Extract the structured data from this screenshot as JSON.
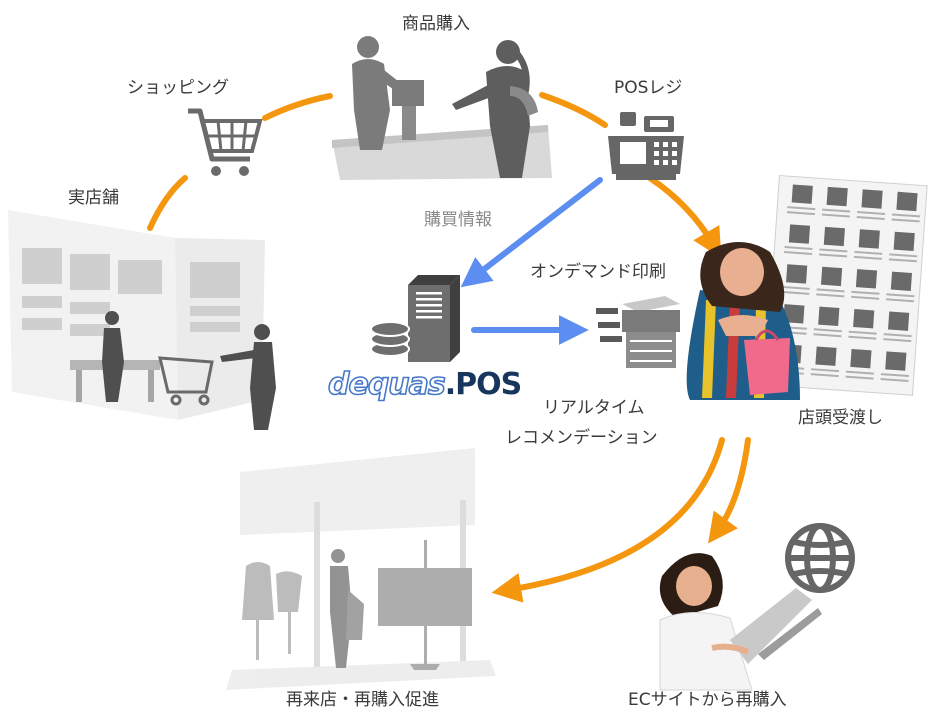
{
  "labels": {
    "purchase": "商品購入",
    "shopping": "ショッピング",
    "pos_register": "POSレジ",
    "physical_store": "実店舗",
    "purchase_info": "購買情報",
    "on_demand_print": "オンデマンド印刷",
    "realtime_line1": "リアルタイム",
    "realtime_line2": "レコメンデーション",
    "store_pickup": "店頭受渡し",
    "revisit": "再来店・再購入促進",
    "ec_repurchase": "ECサイトから再購入"
  },
  "logo": {
    "part1": "dequas",
    "part2": ".POS"
  },
  "colors": {
    "orange_arrow": "#f5960f",
    "blue_arrow": "#5b8ef0",
    "icon_grey": "#666666",
    "logo_blue": "#4a78c8",
    "logo_navy": "#17365d",
    "pink_bag": "#f06a8c"
  },
  "icons": [
    "shopping-cart-icon",
    "cash-register-icon",
    "server-icon",
    "printer-icon",
    "globe-icon"
  ]
}
